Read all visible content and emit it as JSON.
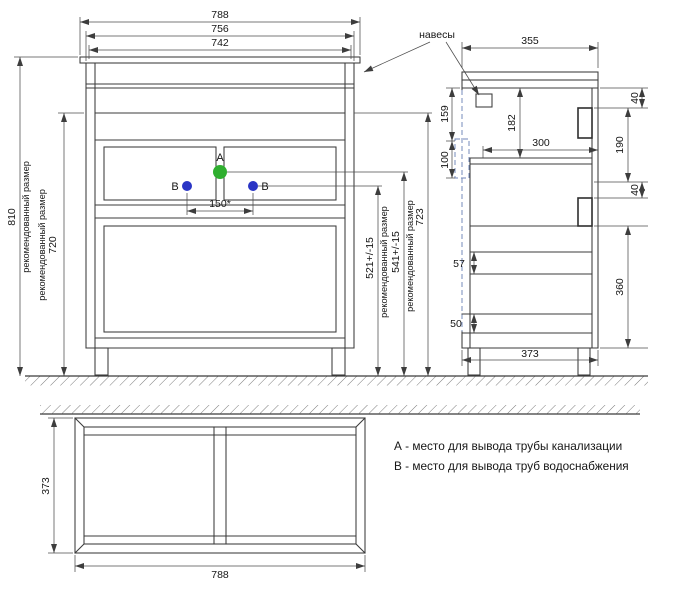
{
  "colors": {
    "point_a": "#2fae2f",
    "point_b": "#2a35c5"
  },
  "front_view": {
    "dim_width_outer": "788",
    "dim_width_mid": "756",
    "dim_width_inner": "742",
    "dim_height_total": "810",
    "note_recommended_1": "рекомендованный размер",
    "dim_height_body": "720",
    "note_recommended_2": "рекомендованный размер",
    "dim_drain_spacing": "150*",
    "dim_b_height": "521+/-15",
    "note_recommended_3": "рекомендованный размер",
    "dim_a_height": "541+/-15",
    "note_recommended_4": "рекомендованный размер",
    "dim_top_clearance": "723",
    "point_a_label": "A",
    "point_b_label": "B"
  },
  "side_view": {
    "callout_hangers": "навесы",
    "dim_depth_top": "355",
    "dim_hanger_offset": "159",
    "dim_inner_top": "182",
    "dim_pipe_zone": "100",
    "dim_shelf_depth": "300",
    "dim_gap_top": "40",
    "dim_bracket_span": "190",
    "dim_gap_mid": "40",
    "dim_drawer_gap": "57",
    "dim_door_height": "360",
    "dim_plinth": "50",
    "dim_depth_bottom": "373"
  },
  "bottom_view": {
    "dim_depth": "373",
    "dim_width": "788"
  },
  "legend": {
    "item_a": "А - место для вывода трубы канализации",
    "item_b": "В - место для вывода труб водоснабжения"
  }
}
